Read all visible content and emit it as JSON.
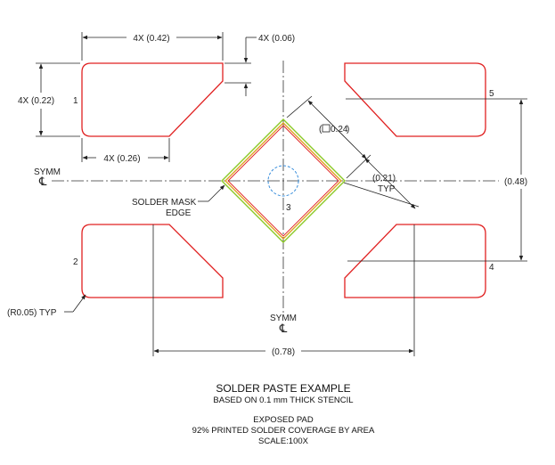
{
  "dimensions": {
    "pad_length": "4X (0.42)",
    "pad_chamfer": "4X (0.06)",
    "pad_width": "4X (0.22)",
    "pad_straight": "4X (0.26)",
    "square_size": "0.24",
    "corner_offset": "(0.21)",
    "corner_offset_suffix": "TYP",
    "vertical_span": "(0.48)",
    "horizontal_span": "(0.78)",
    "radius": "(R0.05) TYP"
  },
  "labels": {
    "symm": "SYMM",
    "centerline": "℄",
    "solder_mask_line1": "SOLDER MASK",
    "solder_mask_line2": "EDGE"
  },
  "pins": [
    "1",
    "2",
    "3",
    "4",
    "5"
  ],
  "caption": {
    "title": "SOLDER PASTE EXAMPLE",
    "subtitle": "BASED ON 0.1 mm THICK STENCIL",
    "line1": "EXPOSED PAD",
    "line2": "92%  PRINTED SOLDER COVERAGE BY AREA",
    "line3": "SCALE:100X"
  },
  "colors": {
    "pad": "#e02020",
    "mask_edge": "#8ac926",
    "exposed_pad": "#e0a020",
    "via": "#3a8fdc"
  }
}
